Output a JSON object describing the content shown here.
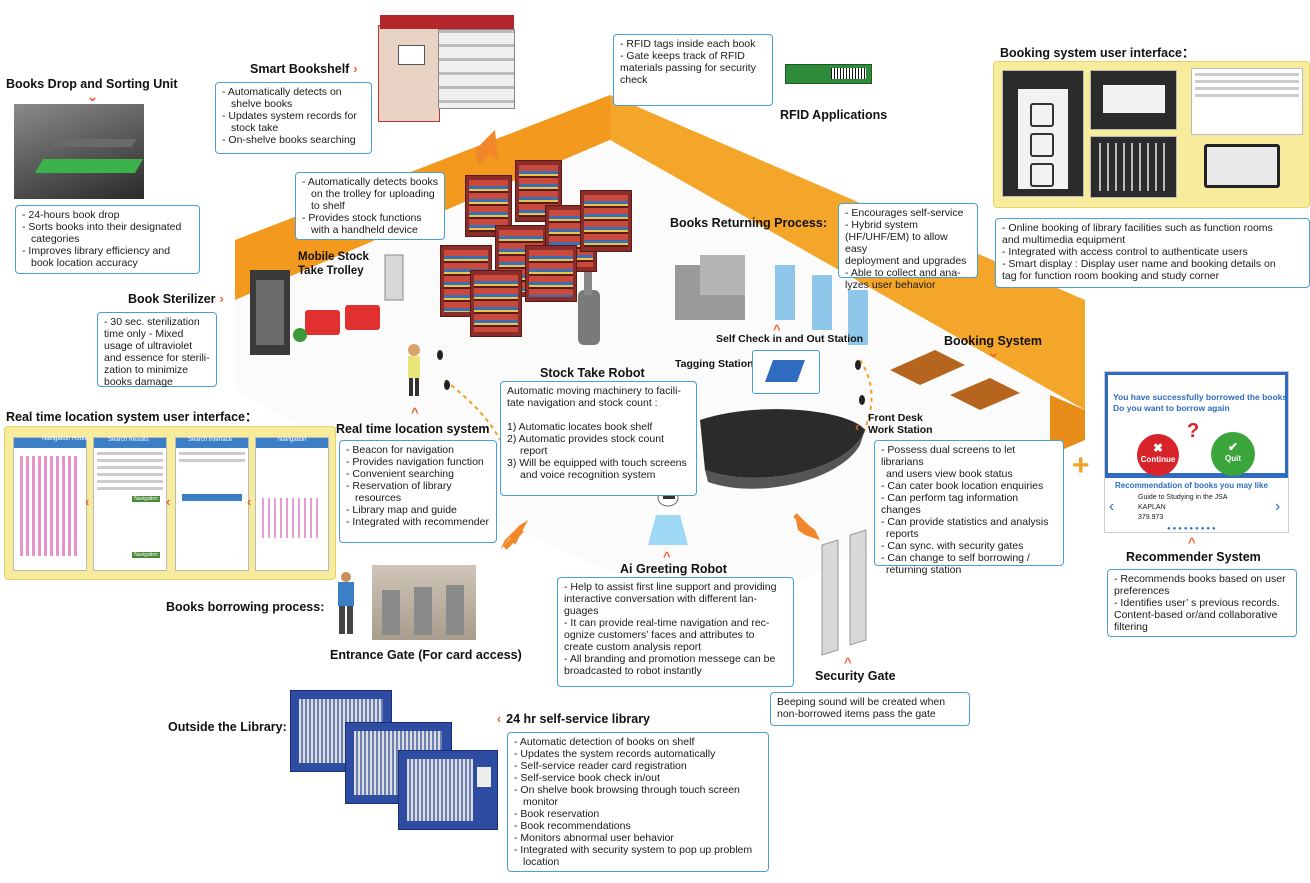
{
  "colors": {
    "accent": "#e8632a",
    "box_border": "#4a9fd6",
    "floor_orange": "#f7a21b",
    "wall_orange": "#f39a1e",
    "panel_yellow": "#f4e67a",
    "recommender_blue": "#2f6cc0"
  },
  "sections": {
    "books_drop": {
      "title": "Books Drop and Sorting Unit",
      "items": [
        "- 24-hours book drop",
        "- Sorts books into their designated",
        "  categories",
        "- Improves library efficiency and",
        "  book location accuracy"
      ]
    },
    "smart_bookshelf": {
      "title": "Smart Bookshelf",
      "items": [
        "- Automatically detects on",
        "  shelve books",
        "- Updates system records for",
        "  stock take",
        "- On-shelve books searching"
      ]
    },
    "rfid": {
      "title": "RFID Applications",
      "items": [
        "- RFID tags inside each book",
        "- Gate keeps track of RFID",
        "materials passing for security",
        "check"
      ]
    },
    "booking_ui": {
      "title": "Booking system user interface：",
      "items": [
        "- Online booking of library facilities such as function rooms",
        "and multimedia equipment",
        "- Integrated with access control to authenticate users",
        "- Smart display : Display user name and booking details on",
        "tag for function room booking and study corner"
      ]
    },
    "mobile_trolley": {
      "title": "Mobile Stock Take Trolley",
      "title_lines": [
        "Mobile Stock",
        "Take Trolley"
      ],
      "items": [
        "- Automatically detects books",
        "on the trolley for uploading",
        "to shelf",
        "- Provides stock functions",
        "with a handheld device"
      ]
    },
    "returning": {
      "title": "Books Returning Process:",
      "items": [
        "- Encourages self-service",
        "- Hybrid system",
        "(HF/UHF/EM) to allow easy",
        "deployment and upgrades",
        "- Able to collect and ana-",
        "lyzes user behavior"
      ]
    },
    "sterilizer": {
      "title": "Book Sterilizer",
      "items": [
        "- 30 sec. sterilization",
        "time only - Mixed",
        "usage of ultraviolet",
        "and essence for sterili-",
        "zation to minimize",
        "books damage"
      ]
    },
    "self_check": {
      "title": "Self Check in and Out Station"
    },
    "booking_system": {
      "title": "Booking System"
    },
    "tagging": {
      "title": "Tagging Station"
    },
    "front_desk": {
      "title_lines": [
        "Front Desk",
        "Work Station"
      ]
    },
    "stock_robot": {
      "title": "Stock Take Robot",
      "items": [
        "Automatic moving machinery to facili-",
        "tate navigation and stock count :",
        "",
        "1) Automatic locates book shelf",
        "2) Automatic provides stock count",
        "    report",
        "3) Will be equipped with touch screens",
        "    and voice recognition system"
      ]
    },
    "rtls_ui": {
      "title": "Real time location system user interface："
    },
    "rtls": {
      "title": "Real time location system",
      "items": [
        "- Beacon for navigation",
        "- Provides navigation function",
        "- Convenient searching",
        "- Reservation of library",
        "  resources",
        "- Library map and guide",
        "- Integrated with recommender"
      ]
    },
    "front_desk_box": {
      "items": [
        "- Possess dual screens to let librarians",
        "and users view book status",
        "- Can cater book location enquiries",
        "- Can perform tag information",
        "changes",
        "- Can provide statistics and analysis",
        "reports",
        "- Can sync. with security gates",
        "- Can change to self borrowing /",
        "returning station"
      ]
    },
    "ai_robot": {
      "title": "Ai Greeting Robot",
      "items": [
        "- Help to assist first line support and providing",
        "interactive conversation with different lan-",
        "guages",
        "-  It can provide real-time navigation and rec-",
        "ognize customers’ faces and attributes to",
        "create custom analysis report",
        "- All branding and promotion messege can be",
        "broadcasted to robot instantly"
      ]
    },
    "borrowing": {
      "title": "Books borrowing process:"
    },
    "entrance": {
      "title": "Entrance Gate (For card access)"
    },
    "security": {
      "title": "Security Gate",
      "items": [
        "Beeping sound will be created when",
        "non-borrowed items pass the gate"
      ]
    },
    "recommender": {
      "title": "Recommender System",
      "items": [
        "- Recommends books based on user",
        "preferences",
        "- Identifies user’ s previous records.",
        "Content-based or/and collaborative",
        "filtering"
      ],
      "screen": {
        "message1": "You have successfully borrowed the books",
        "message2": "Do you want to borrow again",
        "continue": "Continue",
        "quit": "Quit",
        "rec_title": "Recommendation of books you may like",
        "book_title": "Guide to Studying in the JSA",
        "book_pub": "KAPLAN",
        "book_code": "379.973",
        "question": "?"
      }
    },
    "outside": {
      "title": "Outside the Library:"
    },
    "self_service": {
      "title": "24 hr self-service library",
      "items": [
        "- Automatic detection of books on shelf",
        "- Updates the system records automatically",
        "- Self-service reader card registration",
        "- Self-service book check in/out",
        "- On shelve book browsing through touch screen",
        "  monitor",
        "- Book reservation",
        "- Book recommendations",
        "- Monitors abnormal user behavior",
        "- Integrated with security system to pop up problem",
        "  location"
      ]
    }
  },
  "rtls_screens": {
    "s1_title": "Navigation Route",
    "s2_title": "Search Results",
    "s3_title": "Search Interface",
    "s4_title": "Navigation",
    "btn1": "Navigation",
    "btn2": "Navigation",
    "plus": "+"
  }
}
